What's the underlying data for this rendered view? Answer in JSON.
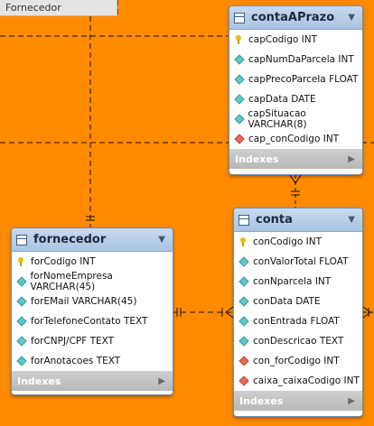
{
  "region": {
    "label": "Fornecedor"
  },
  "tables": {
    "contaAPrazo": {
      "title": "contaAPrazo",
      "columns": [
        {
          "text": "capCodigo INT",
          "kind": "key"
        },
        {
          "text": "capNumDaParcela INT",
          "kind": "attr"
        },
        {
          "text": "capPrecoParcela FLOAT",
          "kind": "attr"
        },
        {
          "text": "capData DATE",
          "kind": "attr"
        },
        {
          "text": "capSituacao VARCHAR(8)",
          "kind": "attr"
        },
        {
          "text": "cap_conCodigo INT",
          "kind": "fk"
        }
      ],
      "indexes_label": "Indexes"
    },
    "fornecedor": {
      "title": "fornecedor",
      "columns": [
        {
          "text": "forCodigo INT",
          "kind": "key"
        },
        {
          "text": "forNomeEmpresa VARCHAR(45)",
          "kind": "attr"
        },
        {
          "text": "forEMail VARCHAR(45)",
          "kind": "attr"
        },
        {
          "text": "forTelefoneContato TEXT",
          "kind": "attr"
        },
        {
          "text": "forCNPJ/CPF TEXT",
          "kind": "attr"
        },
        {
          "text": "forAnotacoes TEXT",
          "kind": "attr"
        }
      ],
      "indexes_label": "Indexes"
    },
    "conta": {
      "title": "conta",
      "columns": [
        {
          "text": "conCodigo INT",
          "kind": "key"
        },
        {
          "text": "conValorTotal FLOAT",
          "kind": "attr"
        },
        {
          "text": "conNparcela INT",
          "kind": "attr"
        },
        {
          "text": "conData DATE",
          "kind": "attr"
        },
        {
          "text": "conEntrada FLOAT",
          "kind": "attr"
        },
        {
          "text": "conDescricao TEXT",
          "kind": "attr"
        },
        {
          "text": "con_forCodigo INT",
          "kind": "fk"
        },
        {
          "text": "caixa_caixaCodigo INT",
          "kind": "fk"
        }
      ],
      "indexes_label": "Indexes"
    }
  },
  "colors": {
    "background": "#ff8a00",
    "header": "#b3cbe6",
    "key": "#e8c000",
    "attribute": "#5fc8c8",
    "foreign_key": "#e86a5a"
  },
  "icons": {
    "collapse": "triangle-down-icon",
    "indexes_expand": "triangle-right-icon"
  }
}
